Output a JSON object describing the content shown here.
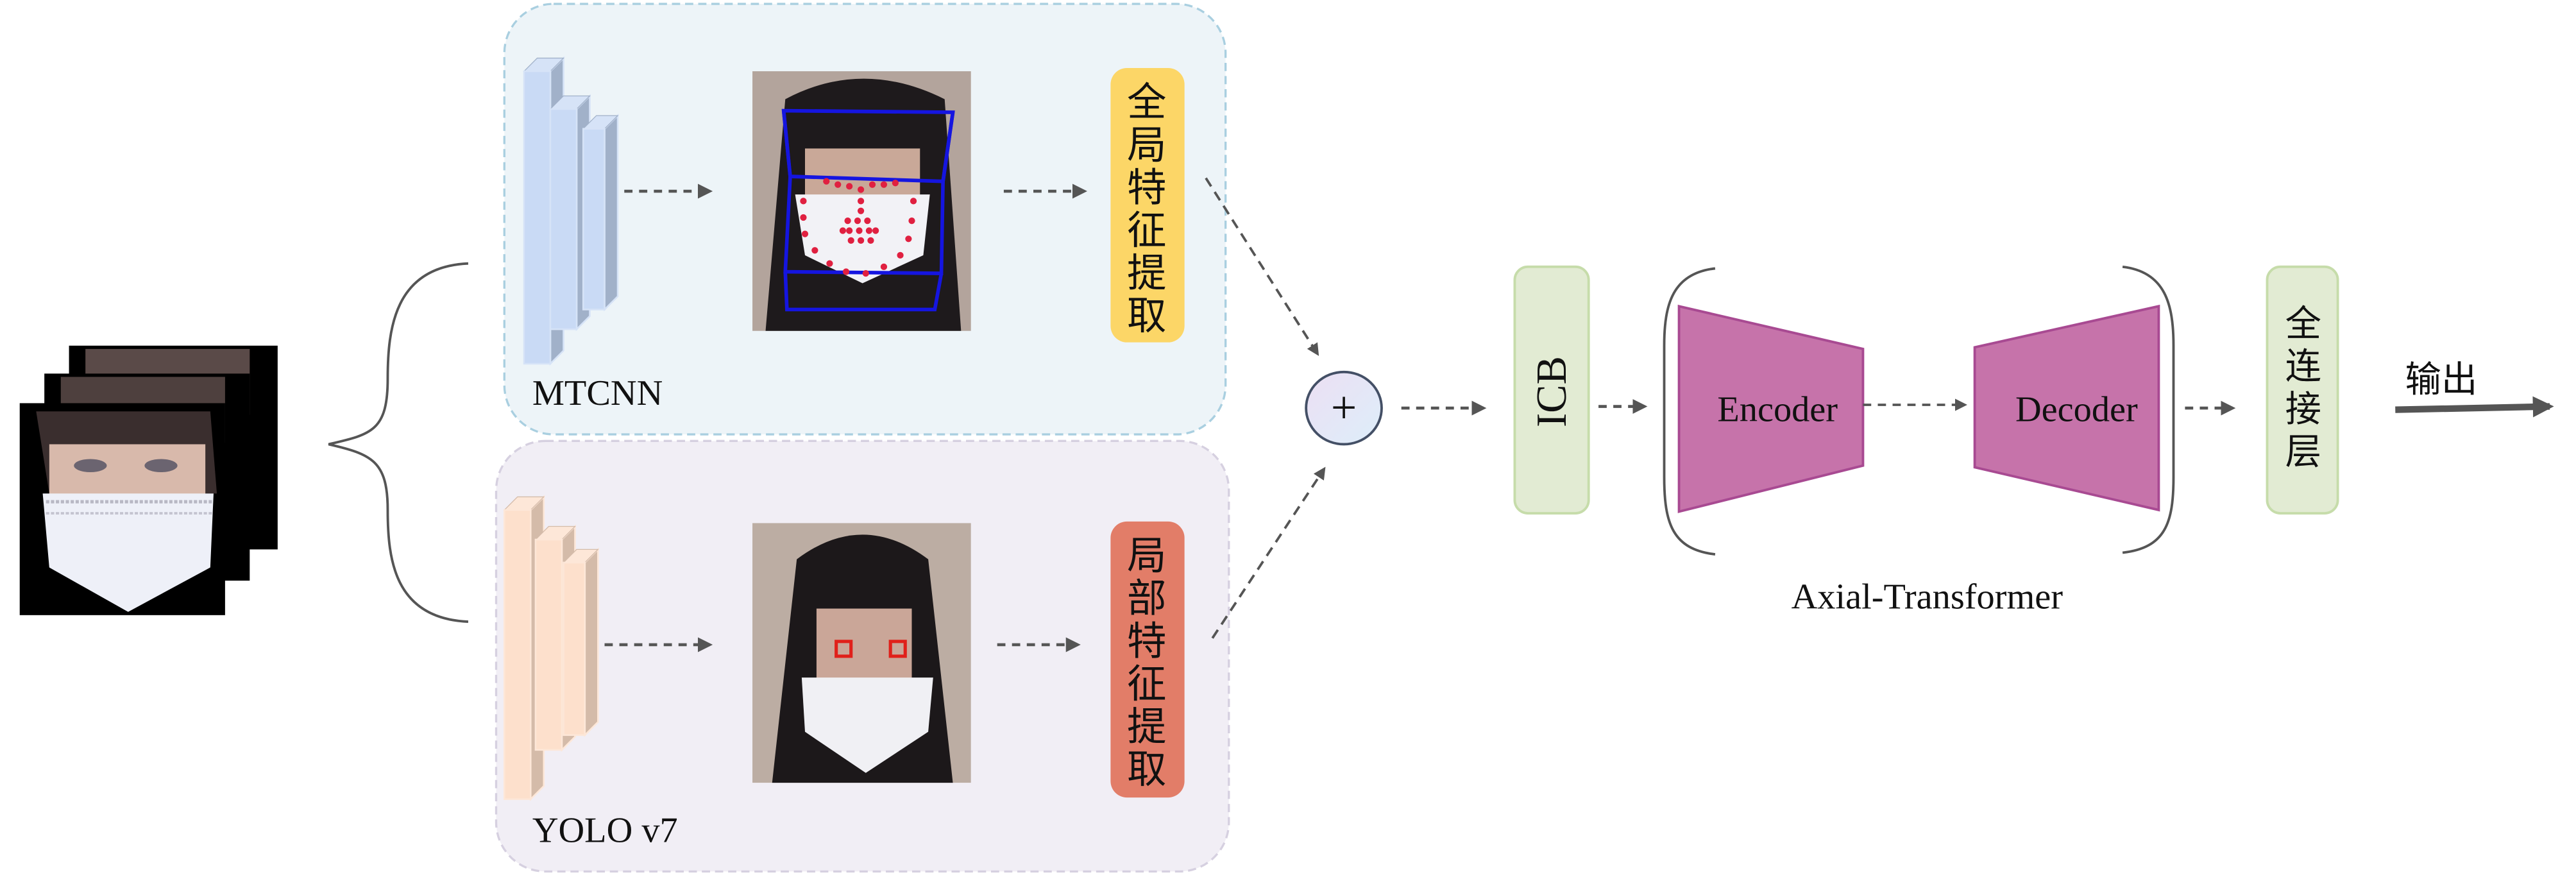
{
  "diagram": {
    "input": {
      "label": "",
      "frames": 3
    },
    "branches": [
      {
        "name": "MTCNN",
        "model_label": "MTCNN",
        "feature_label": "全局特征提取",
        "panel_bg": "#edf4f8",
        "panel_border": "#a9cfe0",
        "cube_front": "#c9daf5",
        "cube_side": "#a1b1c9",
        "cube_top": "#d6e3f7",
        "feature_color": "#fcd667",
        "image_desc": "face with 3D bounding box and red landmarks"
      },
      {
        "name": "YOLO v7",
        "model_label": "YOLO v7",
        "feature_label": "局部特征提取",
        "panel_bg": "#f1eef5",
        "panel_border": "#d6d0e0",
        "cube_front": "#fde0cc",
        "cube_side": "#d4bba9",
        "cube_top": "#fde7d8",
        "feature_color": "#e27d68",
        "image_desc": "face with red eye detection boxes"
      }
    ],
    "fusion": {
      "symbol": "+"
    },
    "icb": {
      "label": "ICB",
      "color": "#e2ebd3",
      "border": "#c6dcaa"
    },
    "axial_transformer": {
      "label": "Axial-Transformer",
      "encoder": "Encoder",
      "decoder": "Decoder",
      "color": "#c673aa",
      "border": "#a84a92"
    },
    "fc": {
      "label": "全连接层",
      "color": "#e2ebd3",
      "border": "#c6dcaa"
    },
    "output": {
      "label": "输出"
    },
    "arrow_color": "#555555"
  }
}
